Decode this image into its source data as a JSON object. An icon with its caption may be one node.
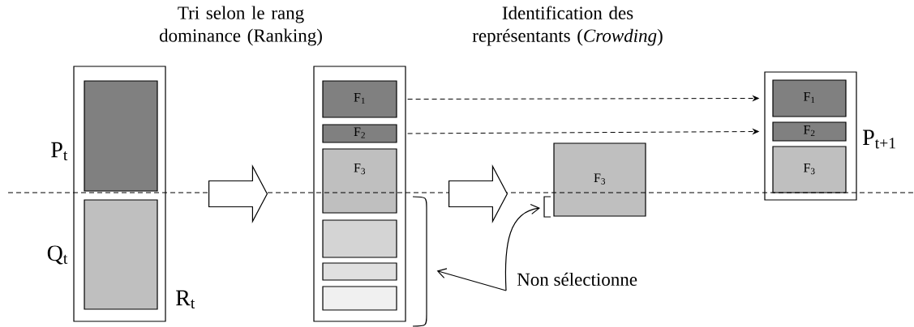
{
  "diagram": {
    "nodes": [
      {
        "text": [],
        "shape": "box",
        "beside": [
          "R$_{t}$"
        ]
      },
      {
        "text": [],
        "shape": "box",
        "in": 0,
        "beside": [
          "P$_{t}$"
        ]
      },
      {
        "text": [],
        "shape": "box",
        "in": 0,
        "beside": [
          "Q$_{t}$"
        ]
      },
      {
        "text": [],
        "shape": "box"
      },
      {
        "text": [
          "F$_{1}$"
        ],
        "in": 3
      },
      {
        "text": [
          "F$_{2}$"
        ],
        "in": 3
      },
      {
        "text": [
          "F$_{3}$"
        ],
        "in": 3
      },
      {
        "text": [],
        "shape": "box",
        "in": 3
      },
      {
        "text": [],
        "shape": "box",
        "in": 3
      },
      {
        "text": [],
        "shape": "box",
        "in": 3
      },
      {
        "text": [
          "F$_{3}$"
        ]
      },
      {
        "text": [],
        "shape": "box",
        "beside": [
          "P$_{t+1}$"
        ]
      },
      {
        "text": [
          "F$_{1}$"
        ],
        "in": 11
      },
      {
        "text": [
          "F$_{2}$"
        ],
        "in": 11
      },
      {
        "text": [
          "F$_{3}$"
        ],
        "in": 11
      },
      {
        "text": [
          "Non sélectionne"
        ]
      }
    ],
    "edges": [
      {
        "from": 0,
        "to": 3,
        "arrow": "to",
        "style": "thick"
      },
      {
        "from": 3,
        "to": 10,
        "arrow": "to",
        "style": "thick"
      },
      {
        "from": 4,
        "to": 12,
        "arrow": "to",
        "style": "dashed"
      },
      {
        "from": 5,
        "to": 13,
        "arrow": "to",
        "style": "dashed"
      },
      {
        "from": 15,
        "to": 3,
        "arrow": "to"
      },
      {
        "from": 15,
        "to": null,
        "arrow": "to"
      }
    ],
    "labels": [
      "Tri selon le rang dominance (Ranking)",
      "Identification des représentants (*Crowding*)"
    ]
  }
}
